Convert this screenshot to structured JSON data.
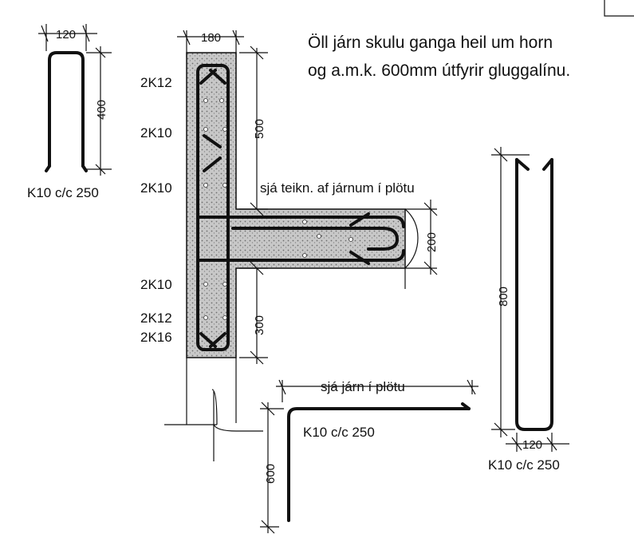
{
  "note": {
    "line1": "Öll járn skulu ganga heil um horn",
    "line2": "og a.m.k. 600mm útfyrir gluggalínu."
  },
  "stirrup_left": {
    "dim_width": "120",
    "dim_height": "400",
    "label": "K10 c/c 250"
  },
  "wall_section": {
    "dim_width": "180",
    "dim_upper": "500",
    "dim_lower": "300",
    "dim_slab": "200",
    "bars": [
      "2K12",
      "2K10",
      "2K10",
      "2K10",
      "2K12",
      "2K16"
    ],
    "slab_note": "sjá teikn. af járnum í plötu"
  },
  "bent_bar": {
    "top_note": "sjá járn í plötu",
    "label": "K10 c/c 250",
    "dim_leg": "600"
  },
  "stirrup_right": {
    "dim_height": "800",
    "dim_width": "120",
    "label": "K10 c/c 250"
  },
  "colors": {
    "ink": "#111111",
    "concrete": "#c8c8c8"
  }
}
